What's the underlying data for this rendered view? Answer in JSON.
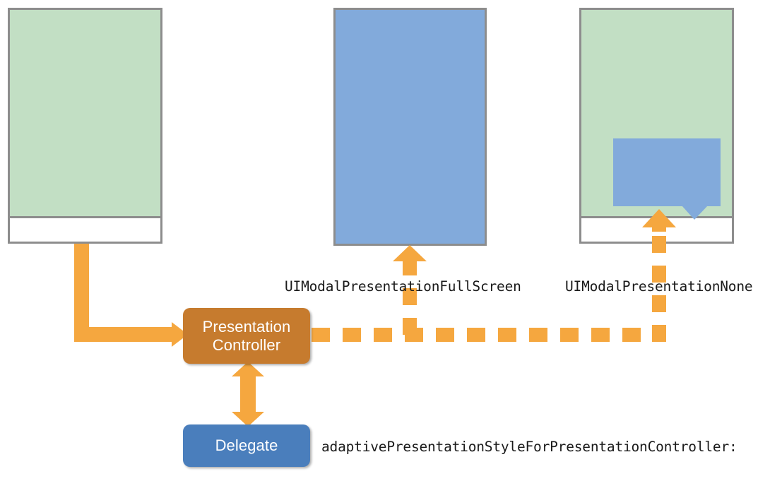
{
  "diagram": {
    "title": "UIKit Adaptive Presentation Controller Diagram",
    "colors": {
      "green_screen": "#c2dfc4",
      "blue_screen": "#82aadb",
      "panel_border": "#8d8d8d",
      "orange_connector": "#f5a73f",
      "presentation_controller_fill": "#c67b2e",
      "delegate_fill": "#4a7ebc",
      "label_text": "#1a1a1a",
      "node_text": "#ffffff"
    },
    "panels": [
      {
        "id": "source-screen",
        "name": "source-device-screen",
        "top_fill": "green_screen",
        "bottom_fill": "white",
        "caption": ""
      },
      {
        "id": "fullscreen-screen",
        "name": "fullscreen-device-screen",
        "top_fill": "blue_screen",
        "bottom_fill": "none",
        "caption": "UIModalPresentationFullScreen"
      },
      {
        "id": "popover-screen",
        "name": "popover-device-screen",
        "top_fill": "green_screen",
        "bottom_fill": "white",
        "caption": "UIModalPresentationNone"
      }
    ],
    "nodes": [
      {
        "id": "presentation-controller",
        "label_line1": "Presentation",
        "label_line2": "Controller"
      },
      {
        "id": "delegate",
        "label_line1": "Delegate",
        "label_line2": ""
      }
    ],
    "labels": {
      "fullscreen_style": "UIModalPresentationFullScreen",
      "none_style": "UIModalPresentationNone",
      "delegate_method": "adaptivePresentationStyleForPresentationController:"
    },
    "connectors": [
      {
        "id": "source-to-controller",
        "style": "solid",
        "direction": "one-way",
        "from": "source-screen",
        "to": "presentation-controller"
      },
      {
        "id": "controller-to-fullscreen",
        "style": "dashed",
        "direction": "one-way",
        "from": "presentation-controller",
        "to": "fullscreen-screen"
      },
      {
        "id": "controller-to-popover",
        "style": "dashed",
        "direction": "one-way",
        "from": "presentation-controller",
        "to": "popover-screen"
      },
      {
        "id": "controller-delegate",
        "style": "solid",
        "direction": "two-way",
        "from": "presentation-controller",
        "to": "delegate"
      }
    ]
  }
}
